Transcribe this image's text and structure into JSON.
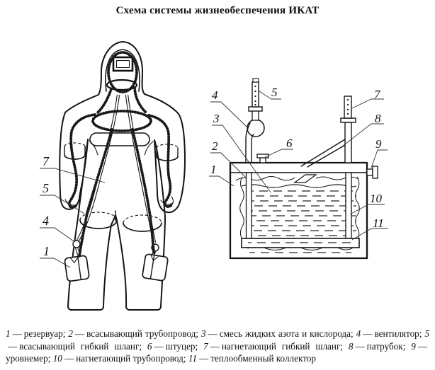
{
  "title": "Схема системы жизнеобеспечения ИКАТ",
  "suit_diagram": {
    "callouts": [
      "7",
      "5",
      "4",
      "1"
    ]
  },
  "tank_diagram": {
    "callouts": [
      "1",
      "2",
      "3",
      "4",
      "5",
      "6",
      "7",
      "8",
      "9",
      "10",
      "11"
    ]
  },
  "legend": {
    "dash": "—",
    "items": [
      {
        "num": "1",
        "name": "резервуар",
        "sep": ";"
      },
      {
        "num": "2",
        "name": "всасывающий трубопровод",
        "sep": ";"
      },
      {
        "num": "3",
        "name": "смесь жидких азота и кислорода",
        "sep": ";"
      },
      {
        "num": "4",
        "name": "вентилятор",
        "sep": ";"
      },
      {
        "num": "5",
        "name": "всасывающий гибкий шланг",
        "sep": ";"
      },
      {
        "num": "6",
        "name": "штуцер",
        "sep": ";"
      },
      {
        "num": "7",
        "name": "нагнетающий гибкий шланг",
        "sep": ";"
      },
      {
        "num": "8",
        "name": "патрубок",
        "sep": ";"
      },
      {
        "num": "9",
        "name": "уровнемер",
        "sep": ";"
      },
      {
        "num": "10",
        "name": "нагнетающий трубопровод",
        "sep": ";"
      },
      {
        "num": "11",
        "name": "теплообменный коллектор",
        "sep": ""
      }
    ]
  }
}
